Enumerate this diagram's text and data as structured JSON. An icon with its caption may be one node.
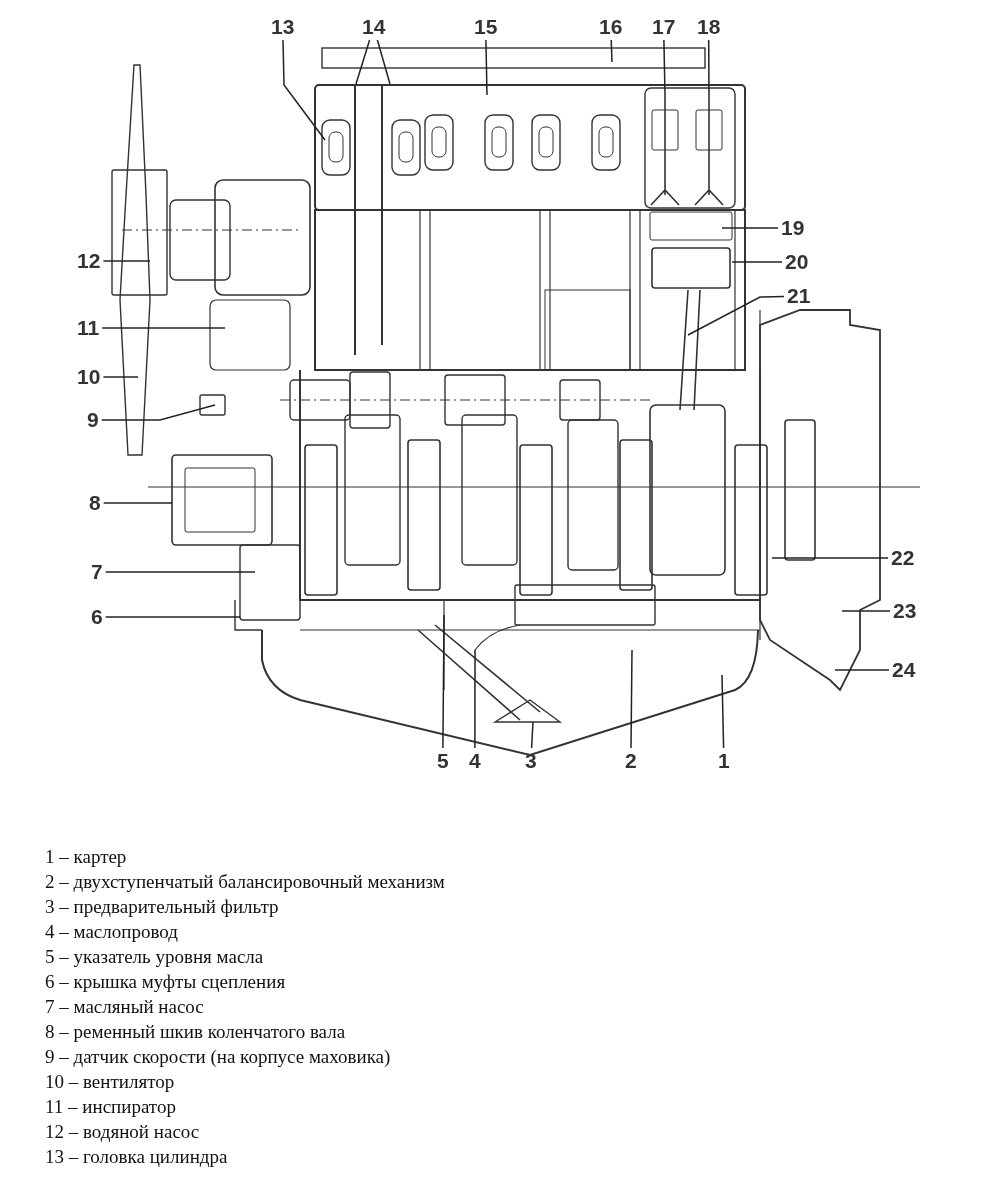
{
  "diagram": {
    "nodes": [
      {
        "text": [
          "1"
        ]
      },
      {
        "text": [
          "2"
        ]
      },
      {
        "text": [
          "3"
        ]
      },
      {
        "text": [
          "4"
        ]
      },
      {
        "text": [
          "5"
        ]
      },
      {
        "text": [
          "6"
        ]
      },
      {
        "text": [
          "7"
        ]
      },
      {
        "text": [
          "8"
        ]
      },
      {
        "text": [
          "9"
        ]
      },
      {
        "text": [
          "10"
        ]
      },
      {
        "text": [
          "11"
        ]
      },
      {
        "text": [
          "12"
        ]
      },
      {
        "text": [
          "13"
        ]
      },
      {
        "text": [
          "14"
        ]
      },
      {
        "text": [
          "15"
        ]
      },
      {
        "text": [
          "16"
        ]
      },
      {
        "text": [
          "17"
        ]
      },
      {
        "text": [
          "18"
        ]
      },
      {
        "text": [
          "19"
        ]
      },
      {
        "text": [
          "20"
        ]
      },
      {
        "text": [
          "21"
        ]
      },
      {
        "text": [
          "22"
        ]
      },
      {
        "text": [
          "23"
        ]
      },
      {
        "text": [
          "24"
        ]
      }
    ],
    "edges": [
      {
        "from": 0,
        "to": null,
        "arrow": "none"
      },
      {
        "from": 1,
        "to": null,
        "arrow": "none"
      },
      {
        "from": 2,
        "to": null,
        "arrow": "none"
      },
      {
        "from": 3,
        "to": null,
        "arrow": "none"
      },
      {
        "from": 4,
        "to": null,
        "arrow": "none"
      },
      {
        "from": 5,
        "to": null,
        "arrow": "none"
      },
      {
        "from": 6,
        "to": null,
        "arrow": "none"
      },
      {
        "from": 7,
        "to": null,
        "arrow": "none"
      },
      {
        "from": 8,
        "to": null,
        "arrow": "none"
      },
      {
        "from": 9,
        "to": null,
        "arrow": "none"
      },
      {
        "from": 10,
        "to": null,
        "arrow": "none"
      },
      {
        "from": 11,
        "to": null,
        "arrow": "none"
      },
      {
        "from": 12,
        "to": null,
        "arrow": "none"
      },
      {
        "from": 13,
        "to": null,
        "arrow": "none"
      },
      {
        "from": 13,
        "to": null,
        "arrow": "none"
      },
      {
        "from": 14,
        "to": null,
        "arrow": "none"
      },
      {
        "from": 15,
        "to": null,
        "arrow": "none"
      },
      {
        "from": 16,
        "to": null,
        "arrow": "none"
      },
      {
        "from": 17,
        "to": null,
        "arrow": "none"
      },
      {
        "from": 18,
        "to": null,
        "arrow": "none"
      },
      {
        "from": 19,
        "to": null,
        "arrow": "none"
      },
      {
        "from": 20,
        "to": null,
        "arrow": "none"
      },
      {
        "from": 21,
        "to": null,
        "arrow": "none"
      },
      {
        "from": 22,
        "to": null,
        "arrow": "none"
      },
      {
        "from": 23,
        "to": null,
        "arrow": "none"
      }
    ],
    "labels": [
      "1 – картер",
      "2 – двухступенчатый балансировочный механизм",
      "3 – предварительный фильтр",
      "4 – маслопровод",
      "5 – указатель уровня масла",
      "6 – крышка муфты сцепления",
      "7 – масляный насос",
      "8 – ременный шкив коленчатого вала",
      "9 – датчик скорости (на корпусе маховика)",
      "10 – вентилятор",
      "11 – инспиратор",
      "12 – водяной насос",
      "13 – головка цилиндра"
    ]
  }
}
